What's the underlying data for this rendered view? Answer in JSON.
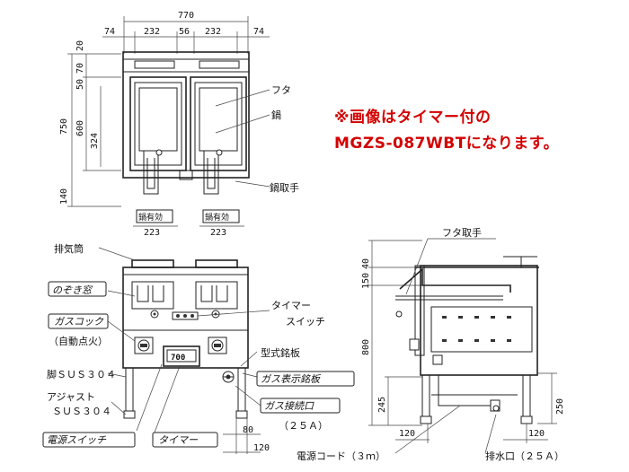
{
  "note": {
    "line1": "※画像はタイマー付の",
    "line2": "MGZS-087WBTになります。",
    "color": "#d40000"
  },
  "top_view": {
    "overall_width": "770",
    "dims_top": [
      "74",
      "232",
      "56",
      "232",
      "74"
    ],
    "height_total": "750",
    "height_600": "600",
    "depth_324": "324",
    "small_20": "20",
    "small_50": "50",
    "small_70": "70",
    "small_140": "140",
    "basket_label": "鍋有効",
    "bottom_dims": [
      "223",
      "223"
    ],
    "labels": {
      "lid": "フタ",
      "pot": "鍋",
      "handle": "鍋取手"
    }
  },
  "front_view": {
    "labels": {
      "exhaust": "排気筒",
      "window": "のぞき窓",
      "timer_switch_1": "タイマー",
      "timer_switch_2": "スイッチ",
      "gas_cock_1": "ガスコック",
      "gas_cock_2": "（自動点火）",
      "model_plate": "型式銘板",
      "gas_plate": "ガス表示銘板",
      "leg": "脚ＳＵＳ３０４",
      "adjust_1": "アジャスト",
      "adjust_2": "ＳＵＳ３０４",
      "gas_inlet_1": "ガス接続口",
      "gas_inlet_2": "（２５Ａ）",
      "power_switch": "電源スイッチ",
      "timer": "タイマー"
    },
    "dims": [
      "80",
      "120"
    ]
  },
  "side_view": {
    "labels": {
      "lid_handle": "フタ取手",
      "power_cord": "電源コード（３ｍ）",
      "drain": "排水口（２５Ａ）"
    },
    "dims_left": [
      "40",
      "150",
      "800",
      "245"
    ],
    "dims_right": "250",
    "dims_bottom": [
      "120",
      "120"
    ]
  }
}
